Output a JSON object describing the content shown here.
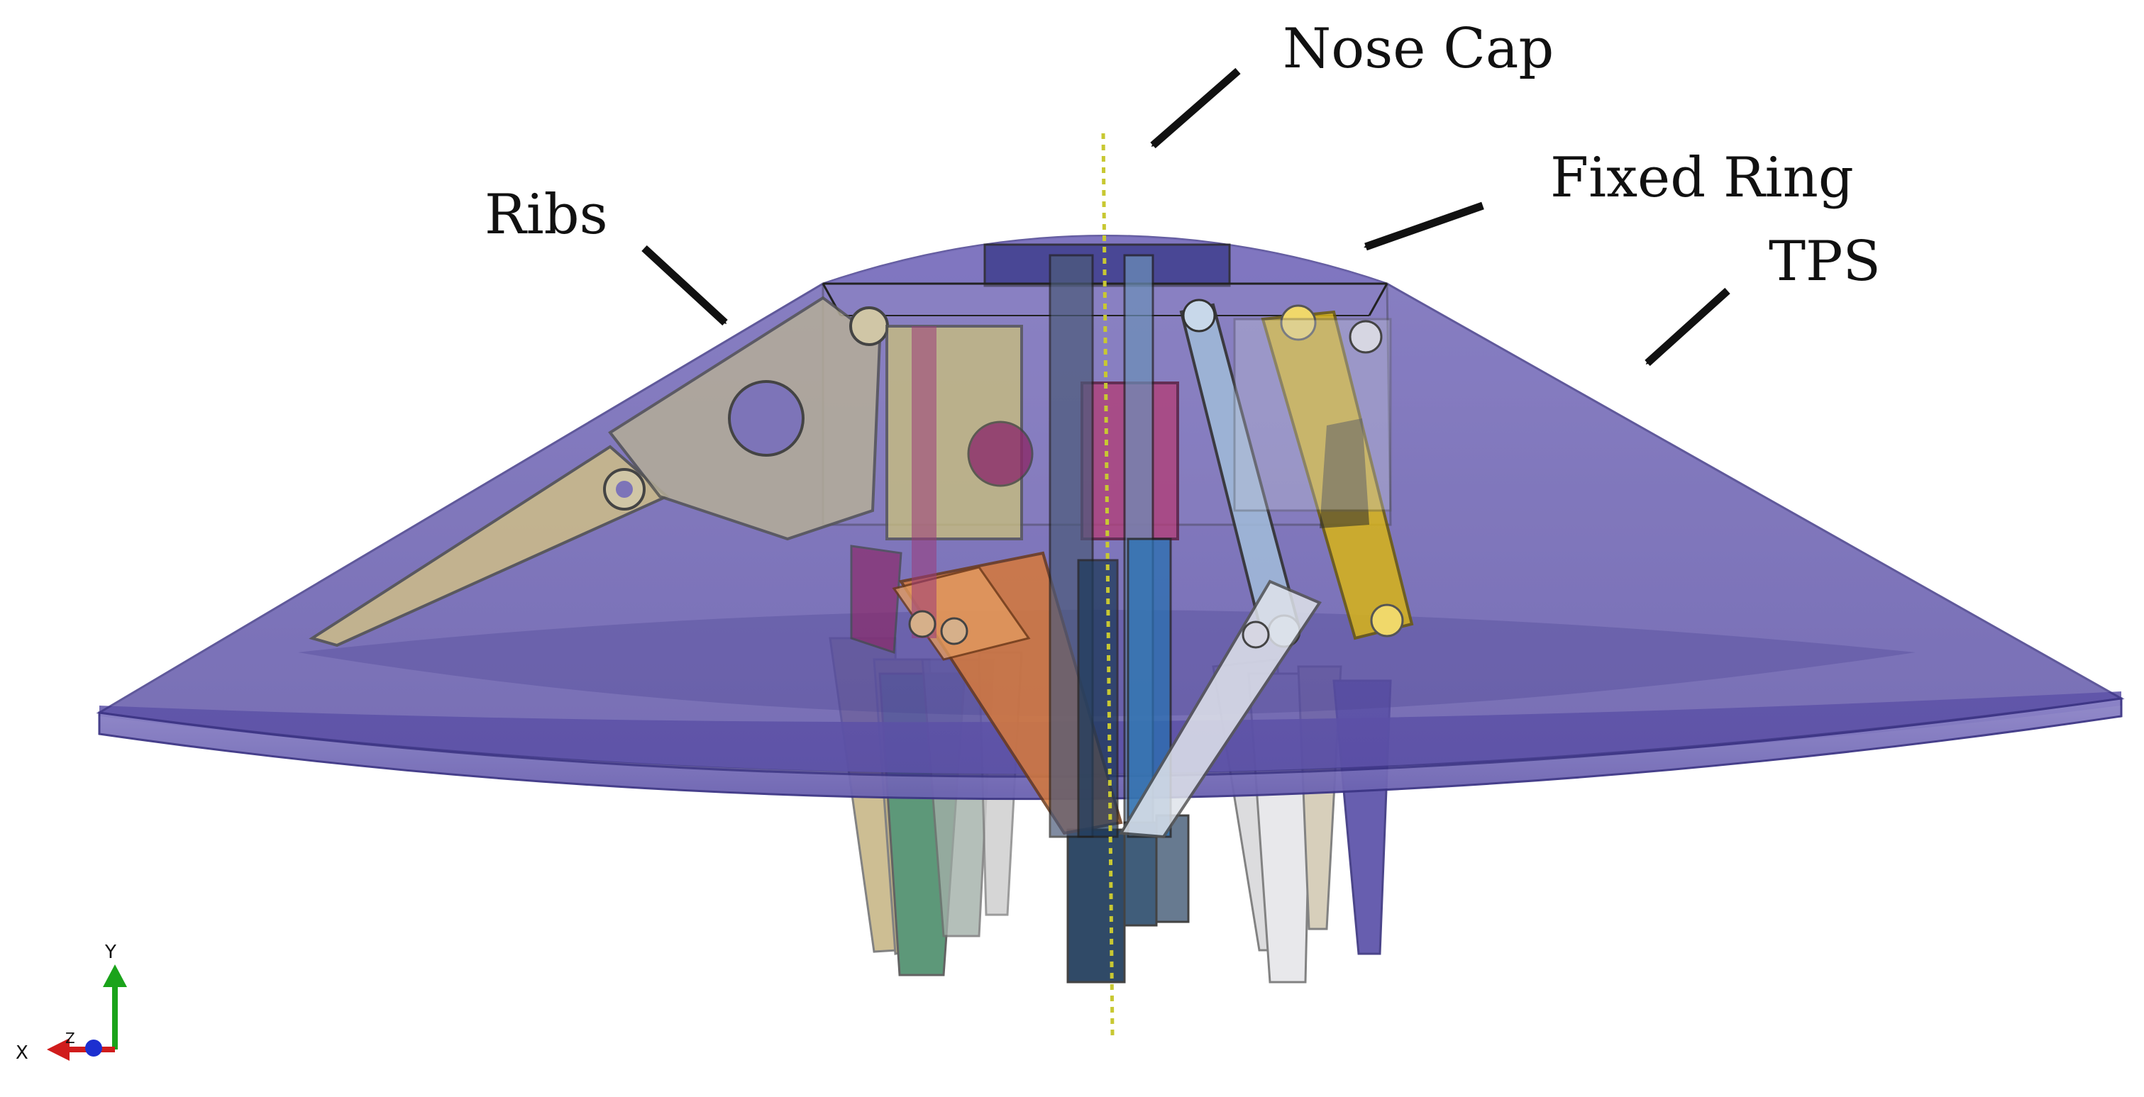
{
  "labels": {
    "nose_cap": "Nose Cap",
    "fixed_ring": "Fixed Ring",
    "ribs": "Ribs",
    "tps": "TPS"
  },
  "axes_triad": {
    "x": "X",
    "y": "Y",
    "z": "Z"
  },
  "colors": {
    "tps_shell": "#6a5fb0",
    "tps_shell_dark": "#4d4596",
    "tps_rim": "#8e86c8",
    "rib_tan": "#c9b98a",
    "rib_green": "#4f8f6e",
    "rib_orange": "#d6793a",
    "rib_magenta": "#b0407a",
    "rib_yellow": "#d8b417",
    "rib_lightblue": "#9fb8d8",
    "rib_white": "#d9d9dc",
    "rib_navy": "#1e3a5a",
    "rib_blue": "#2a6fb0",
    "axis_line": "#c8c832",
    "arrow": "#111111",
    "triad_y": "#1aa31a",
    "triad_x": "#d01c1c",
    "triad_z": "#1c2fd0"
  }
}
